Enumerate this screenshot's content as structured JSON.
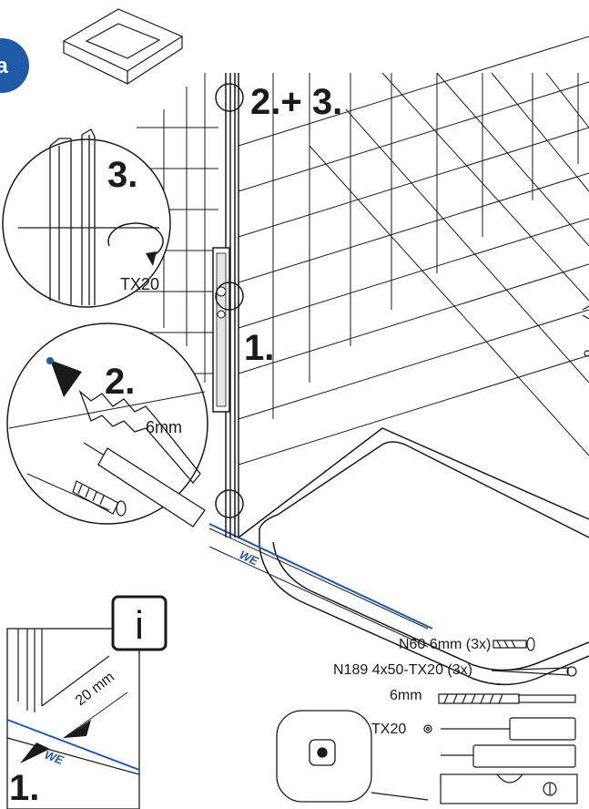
{
  "step_badge": "a",
  "callouts": {
    "steps_2_3": "2.+ 3.",
    "step_1_main": "1.",
    "step_3": "3.",
    "step_2": "2.",
    "step_1_info": "1."
  },
  "labels": {
    "tx20_detail": "TX20",
    "drill_6mm_detail": "6mm",
    "we_main": "WE",
    "we_info": "WE",
    "distance": "20 mm",
    "info_icon": "i"
  },
  "parts": [
    {
      "label": "N60 6mm (3x)"
    },
    {
      "label": "N189 4x50-TX20 (3x)"
    },
    {
      "label": "6mm"
    },
    {
      "label": "TX20"
    }
  ],
  "colors": {
    "accent": "#1f5aa6",
    "ink": "#1a1a1a",
    "background": "#ffffff"
  }
}
